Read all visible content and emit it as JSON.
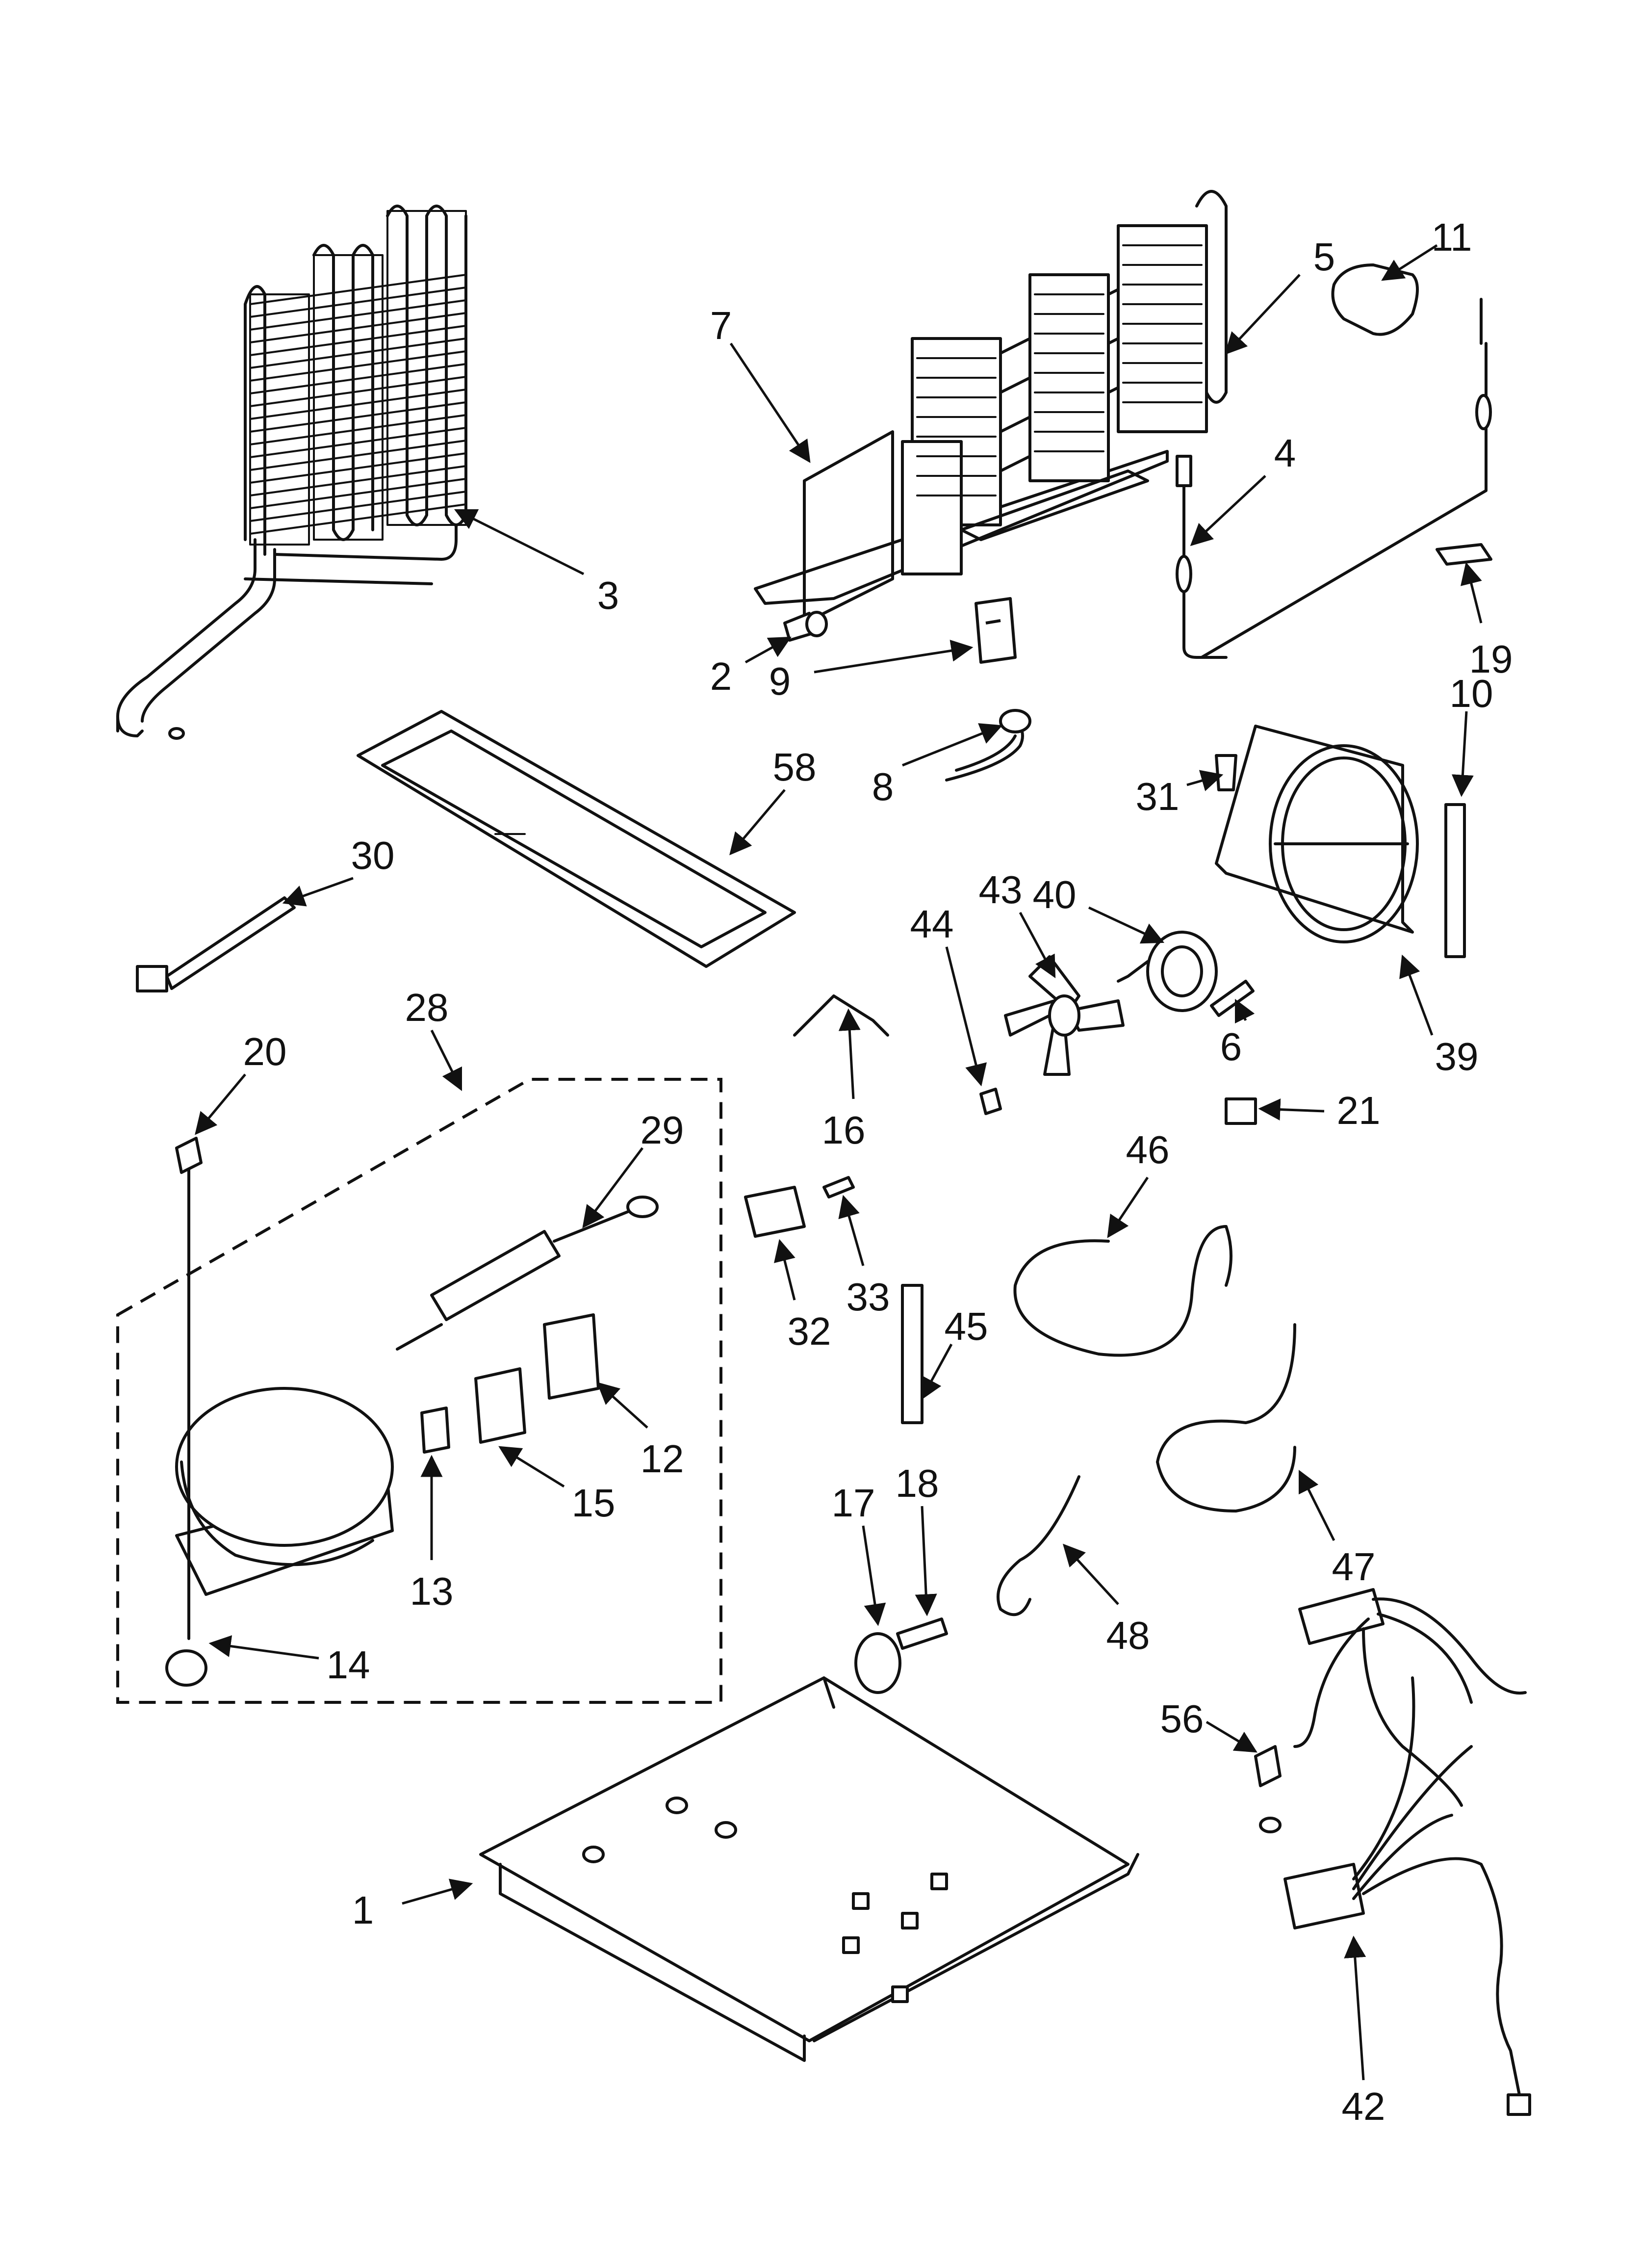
{
  "diagram": {
    "callouts": [
      "1",
      "2",
      "3",
      "4",
      "5",
      "6",
      "7",
      "8",
      "9",
      "10",
      "11",
      "12",
      "13",
      "14",
      "15",
      "16",
      "17",
      "18",
      "19",
      "20",
      "21",
      "28",
      "29",
      "30",
      "31",
      "32",
      "33",
      "39",
      "40",
      "42",
      "43",
      "44",
      "45",
      "46",
      "47",
      "48",
      "56",
      "58"
    ]
  },
  "colors": {
    "ink": "#111111",
    "paper": "#ffffff"
  }
}
